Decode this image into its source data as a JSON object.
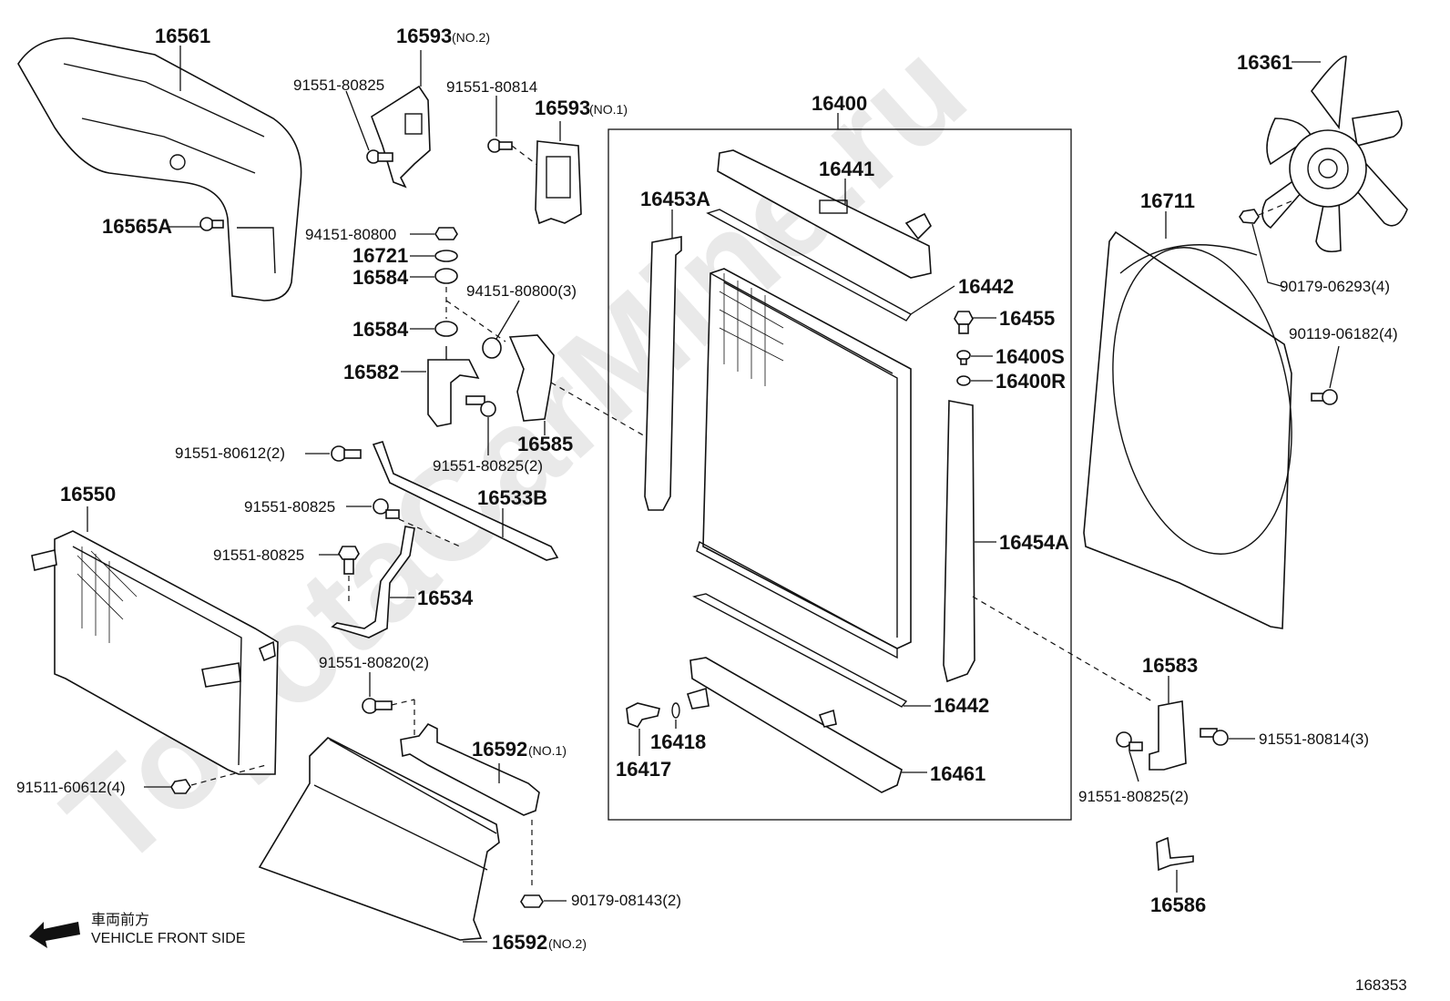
{
  "watermark": "ToyotaCarMine.ru",
  "diagram_id": "168353",
  "direction": {
    "jp": "車両前方",
    "en": "VEHICLE FRONT SIDE"
  },
  "parts": {
    "p16561": "16561",
    "p16593_2": "16593",
    "p16593_2_sfx": "(NO.2)",
    "p91551_80825_a": "91551-80825",
    "p91551_80814": "91551-80814",
    "p16593_1": "16593",
    "p16593_1_sfx": "(NO.1)",
    "p16565A": "16565A",
    "p94151_80800": "94151-80800",
    "p16721": "16721",
    "p16584_a": "16584",
    "p94151_80800_3": "94151-80800(3)",
    "p16584_b": "16584",
    "p16582": "16582",
    "p91551_80825_2a": "91551-80825(2)",
    "p16585": "16585",
    "p16400": "16400",
    "p16441": "16441",
    "p16453A": "16453A",
    "p16442_a": "16442",
    "p16455": "16455",
    "p16400S": "16400S",
    "p16400R": "16400R",
    "p16454A": "16454A",
    "p16442_b": "16442",
    "p16461": "16461",
    "p16417": "16417",
    "p16418": "16418",
    "p16361": "16361",
    "p16711": "16711",
    "p90179_06293": "90179-06293(4)",
    "p90119_06182": "90119-06182(4)",
    "p16583": "16583",
    "p91551_80814_3": "91551-80814(3)",
    "p91551_80825_2b": "91551-80825(2)",
    "p16586": "16586",
    "p91551_80612_2": "91551-80612(2)",
    "p16533B": "16533B",
    "p16550": "16550",
    "p91551_80825_b": "91551-80825",
    "p91551_80825_c": "91551-80825",
    "p16534": "16534",
    "p91551_80820_2": "91551-80820(2)",
    "p16592_1": "16592",
    "p16592_1_sfx": "(NO.1)",
    "p91511_60612_4": "91511-60612(4)",
    "p90179_08143_2": "90179-08143(2)",
    "p16592_2": "16592",
    "p16592_2_sfx": "(NO.2)"
  }
}
